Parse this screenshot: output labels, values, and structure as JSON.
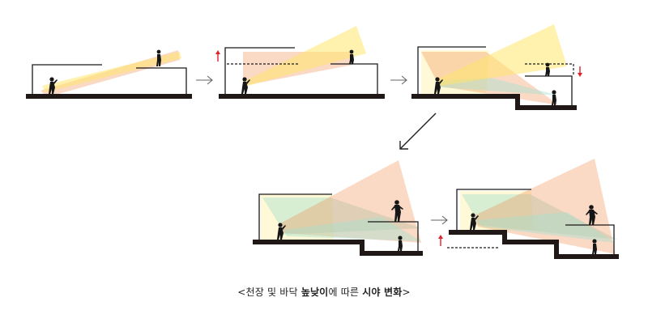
{
  "caption": {
    "open": "<",
    "part1": "천장 및 바닥 ",
    "part2": "높낮이",
    "part3": "에 따른 ",
    "part4": "시야 변화",
    "close": ">"
  },
  "panels": [
    {
      "id": "panel-1",
      "change": "none"
    },
    {
      "id": "panel-2",
      "change": "ceiling-raised"
    },
    {
      "id": "panel-3",
      "change": "floor-lowered"
    },
    {
      "id": "panel-4",
      "change": "combined"
    },
    {
      "id": "panel-5",
      "change": "floor-raised"
    }
  ],
  "colors": {
    "beam_peach": "#f08a4b",
    "beam_yellow": "#ffe66b",
    "beam_mint": "#a8e0cf",
    "structure": "#1f1816",
    "indicator_red": "#e0202a"
  },
  "icons": {
    "transition": "open-arrow-right-icon",
    "diagonal": "arrow-down-left-icon",
    "raise": "red-up-arrow-icon",
    "lower": "red-down-arrow-icon"
  }
}
